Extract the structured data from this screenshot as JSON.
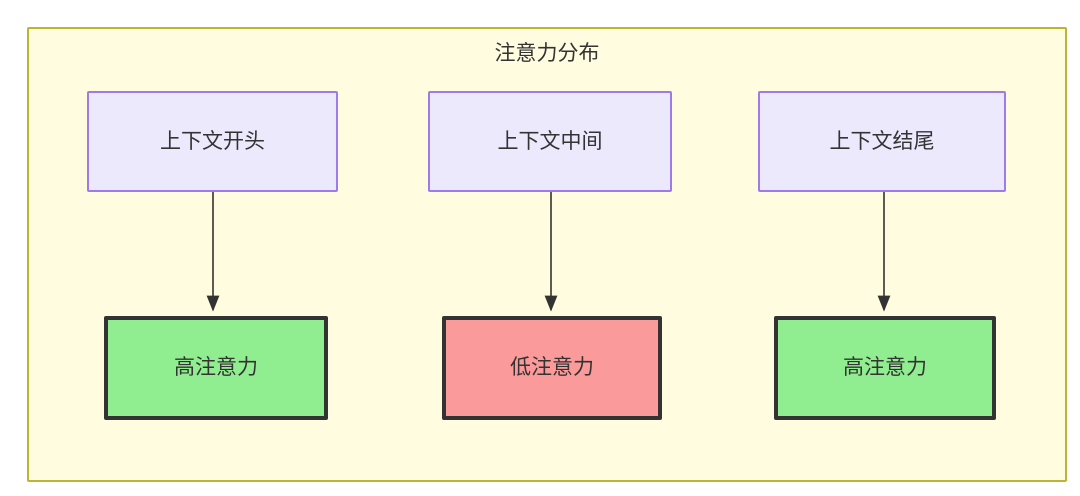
{
  "diagram": {
    "title": "注意力分布",
    "container_fill": "#fffce0",
    "container_stroke": "#bdb434",
    "edge_color": "#333333",
    "nodes": [
      {
        "id": "ctx-start",
        "label": "上下文开头",
        "group": "context",
        "fill": "#ece9fd",
        "stroke": "#9f7bea"
      },
      {
        "id": "ctx-mid",
        "label": "上下文中间",
        "group": "context",
        "fill": "#ece9fd",
        "stroke": "#9f7bea"
      },
      {
        "id": "ctx-end",
        "label": "上下文结尾",
        "group": "context",
        "fill": "#ece9fd",
        "stroke": "#9f7bea"
      },
      {
        "id": "attn-start",
        "label": "高注意力",
        "group": "attention",
        "fill": "#90ee90",
        "stroke": "#333333"
      },
      {
        "id": "attn-mid",
        "label": "低注意力",
        "group": "attention",
        "fill": "#fb9a9a",
        "stroke": "#333333"
      },
      {
        "id": "attn-end",
        "label": "高注意力",
        "group": "attention",
        "fill": "#90ee90",
        "stroke": "#333333"
      }
    ],
    "edges": [
      {
        "from": "ctx-start",
        "to": "attn-start",
        "label": "",
        "arrow": "filled-triangle"
      },
      {
        "from": "ctx-mid",
        "to": "attn-mid",
        "label": "",
        "arrow": "filled-triangle"
      },
      {
        "from": "ctx-end",
        "to": "attn-end",
        "label": "",
        "arrow": "filled-triangle"
      }
    ]
  }
}
